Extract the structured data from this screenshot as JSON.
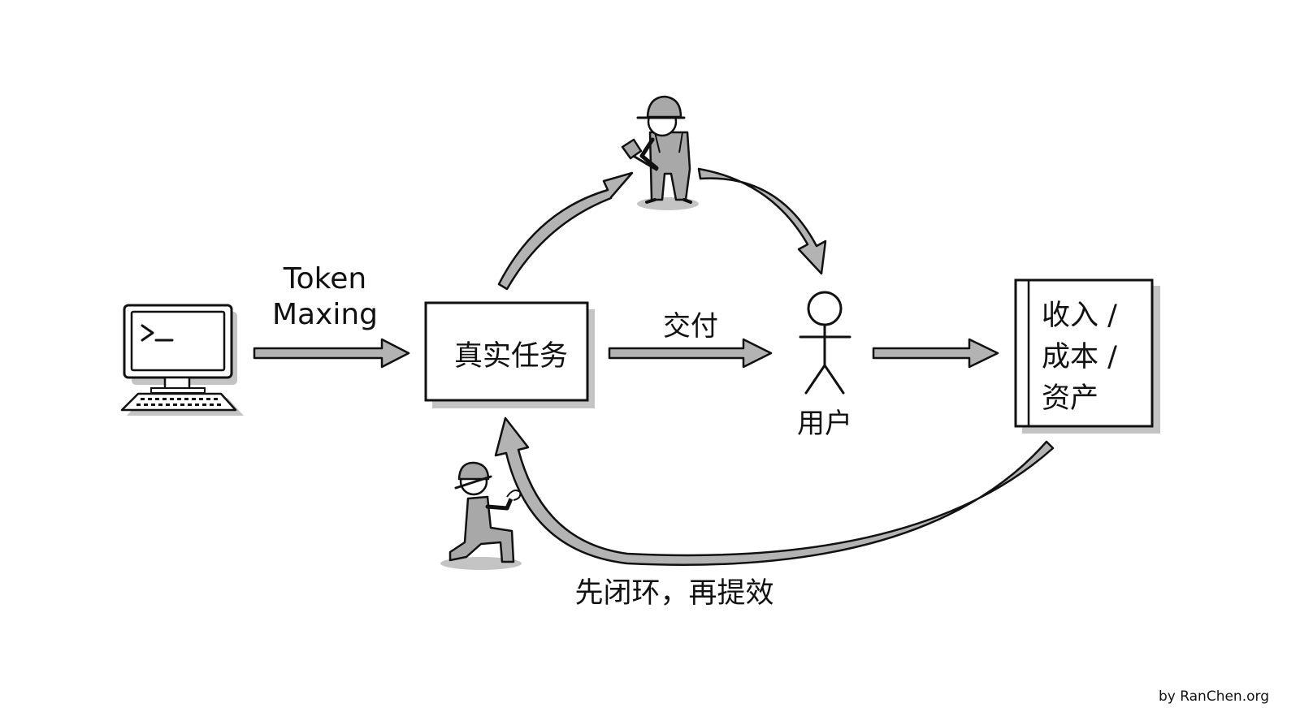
{
  "nodes": {
    "computer": {
      "icon": "terminal-computer-icon"
    },
    "task": {
      "label": "真实任务"
    },
    "user": {
      "label": "用户",
      "icon": "stick-figure-icon"
    },
    "result": {
      "lines": [
        "收入 /",
        "成本 /",
        "资产"
      ],
      "icon": "book-icon"
    }
  },
  "edges": {
    "token_maxing": {
      "lines": [
        "Token",
        "Maxing"
      ]
    },
    "deliver": {
      "label": "交付"
    },
    "loop_back": {
      "label": "先闭环，再提效"
    }
  },
  "figures": {
    "builder": {
      "icon": "worker-with-hammer-icon"
    },
    "kneeling": {
      "icon": "kneeling-worker-icon"
    }
  },
  "credit": "by RanChen.org",
  "colors": {
    "arrow_fill": "#b3b3b3",
    "outline": "#111111",
    "shadow": "#c4c4c4",
    "figure_fill": "#a8a8a8"
  }
}
